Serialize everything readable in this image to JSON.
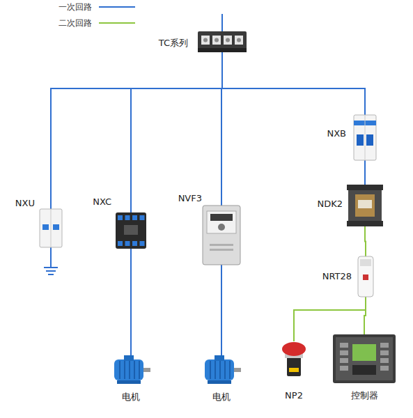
{
  "diagram": {
    "nodes": [
      {
        "text": [
          "TC系列"
        ]
      },
      {
        "text": [
          "NXB"
        ]
      },
      {
        "text": [
          "NXU"
        ]
      },
      {
        "text": [
          "NXC"
        ]
      },
      {
        "text": [
          "NVF3"
        ]
      },
      {
        "text": [
          "NDK2"
        ]
      },
      {
        "text": [
          "NRT28"
        ]
      },
      {
        "text": [
          "电机"
        ]
      },
      {
        "text": [
          "电机"
        ]
      },
      {
        "text": [
          "NP2"
        ]
      },
      {
        "text": [
          "控制器"
        ]
      }
    ],
    "edges": [
      {
        "from": 0,
        "to": 2,
        "arrow": "none"
      },
      {
        "from": 0,
        "to": 3,
        "arrow": "none"
      },
      {
        "from": 0,
        "to": 4,
        "arrow": "none"
      },
      {
        "from": 0,
        "to": 1,
        "arrow": "none"
      },
      {
        "from": 3,
        "to": 7,
        "arrow": "none"
      },
      {
        "from": 4,
        "to": 8,
        "arrow": "none"
      },
      {
        "from": 1,
        "to": 5,
        "arrow": "none"
      },
      {
        "from": 5,
        "to": 6,
        "arrow": "none"
      },
      {
        "from": 6,
        "to": 10,
        "arrow": "none"
      },
      {
        "from": 6,
        "to": 9,
        "arrow": "none"
      }
    ],
    "legend": [
      {
        "text": "一次回路",
        "color": "#2f6fd0"
      },
      {
        "text": "二次回路",
        "color": "#8dc63f"
      }
    ]
  }
}
